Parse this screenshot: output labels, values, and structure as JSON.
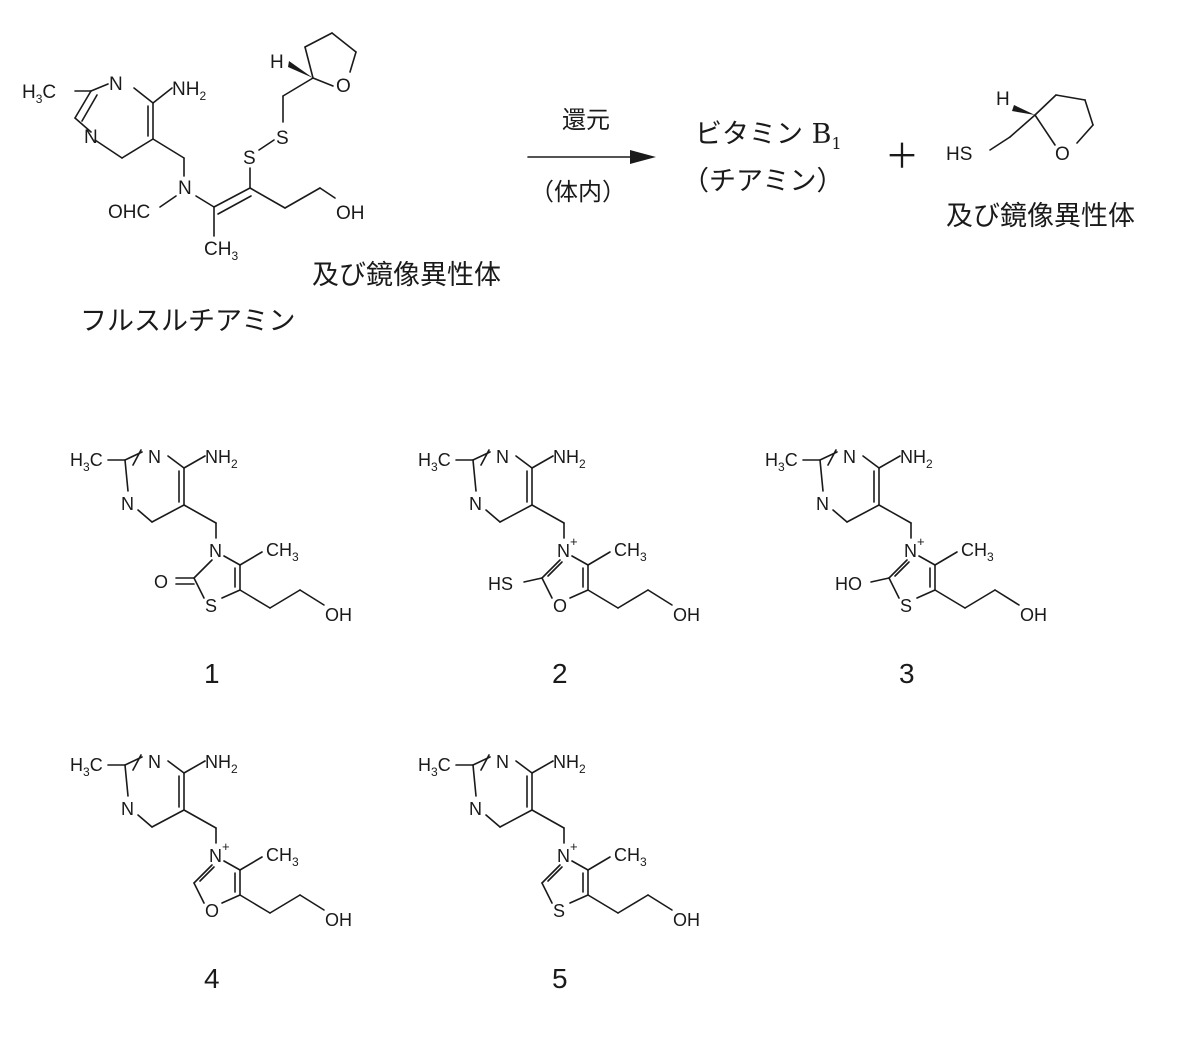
{
  "reaction": {
    "reactant_name": "フルスルチアミン",
    "reactant_note": "及び鏡像異性体",
    "arrow_top": "還元",
    "arrow_bottom": "（体内）",
    "product_name_line1": "ビタミン B",
    "product_name_sub": "1",
    "product_name_line2": "（チアミン）",
    "plus_sign": "＋",
    "byproduct_note": "及び鏡像異性体"
  },
  "atoms": {
    "H": "H",
    "C": "C",
    "N": "N",
    "O": "O",
    "S": "S",
    "three": "3",
    "two": "2",
    "plus": "+",
    "OHC": "OHC",
    "OH": "OH",
    "HS": "HS",
    "HO": "HO"
  },
  "choices": [
    {
      "label": "1"
    },
    {
      "label": "2"
    },
    {
      "label": "3"
    },
    {
      "label": "4"
    },
    {
      "label": "5"
    }
  ]
}
